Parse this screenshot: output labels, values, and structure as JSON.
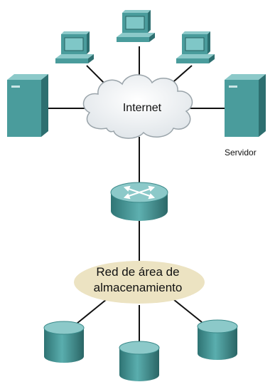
{
  "labels": {
    "internet": "Internet",
    "server": "Servidor",
    "san_line1": "Red de área de",
    "san_line2": "almacenamiento"
  },
  "colors": {
    "device_front": "#4a9c9c",
    "device_side": "#2d6f70",
    "device_top": "#8cc9c9",
    "cloud_fill": "#f2f4f5",
    "cloud_stroke": "#9aa4aa",
    "san_fill": "#ece3c2",
    "link": "#111111",
    "screen": "#7fc7c7"
  },
  "icons": {
    "workstations": "desktop-computer-icon",
    "servers": "server-tower-icon",
    "router": "router-icon",
    "storage": "disk-storage-icon",
    "network": "cloud-icon"
  }
}
